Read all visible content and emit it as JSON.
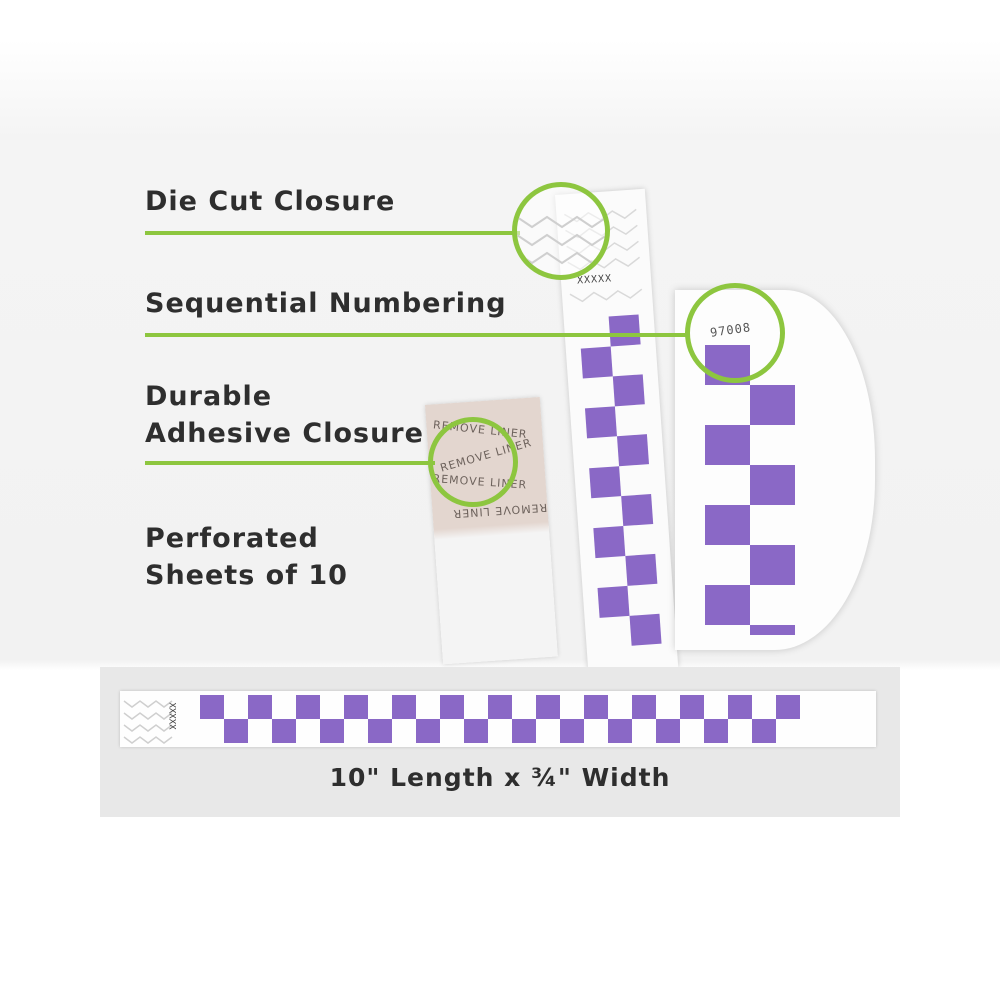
{
  "features": [
    {
      "id": "die-cut",
      "lines": [
        "Die Cut Closure"
      ]
    },
    {
      "id": "sequential",
      "lines": [
        "Sequential Numbering"
      ]
    },
    {
      "id": "adhesive",
      "lines": [
        "Durable",
        "Adhesive Closure"
      ]
    },
    {
      "id": "perforated",
      "lines": [
        "Perforated",
        "Sheets of 10"
      ]
    }
  ],
  "product": {
    "serial_number": "97008",
    "placeholder_number": "XXXXX",
    "liner_text": "REMOVE LINER"
  },
  "dimension_label": "10\" Length x ¾\" Width",
  "colors": {
    "accent_green": "#8dc63f",
    "checker_purple": "#8a68c6",
    "text_dark": "#2e2e2e",
    "panel_gray": "#e8e8e8"
  }
}
